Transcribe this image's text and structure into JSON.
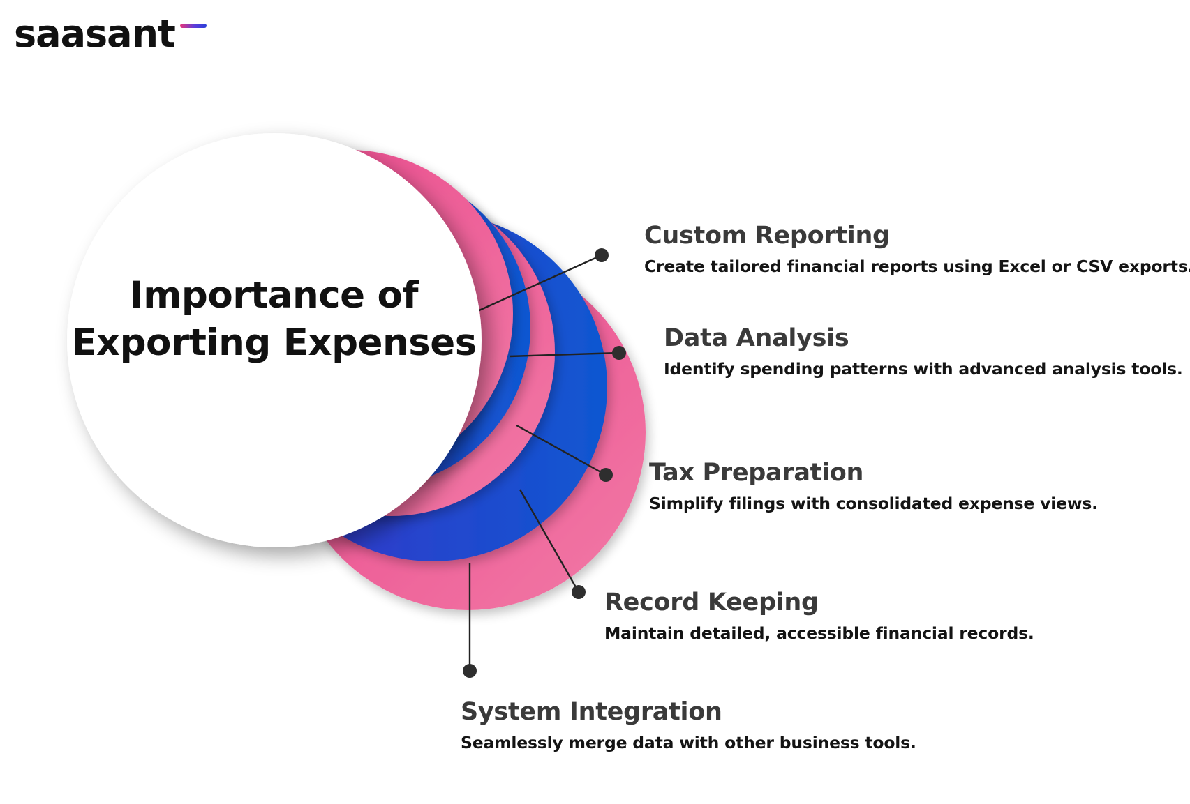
{
  "logo": {
    "text": "saasant"
  },
  "colors": {
    "pink": "#ee6a9b",
    "blue": "#1c4fd0",
    "purple": "#3a34c9",
    "dot": "#2e2e2e",
    "line": "#222222",
    "title": "#111111"
  },
  "center": {
    "title_line1": "Importance of",
    "title_line2": "Exporting Expenses"
  },
  "items": [
    {
      "title": "Custom Reporting",
      "description": "Create tailored financial reports using Excel or CSV exports."
    },
    {
      "title": "Data Analysis",
      "description": "Identify spending patterns with advanced analysis tools."
    },
    {
      "title": "Tax Preparation",
      "description": "Simplify filings with consolidated expense views."
    },
    {
      "title": "Record Keeping",
      "description": "Maintain detailed, accessible financial records."
    },
    {
      "title": "System Integration",
      "description": "Seamlessly merge data with other business tools."
    }
  ]
}
